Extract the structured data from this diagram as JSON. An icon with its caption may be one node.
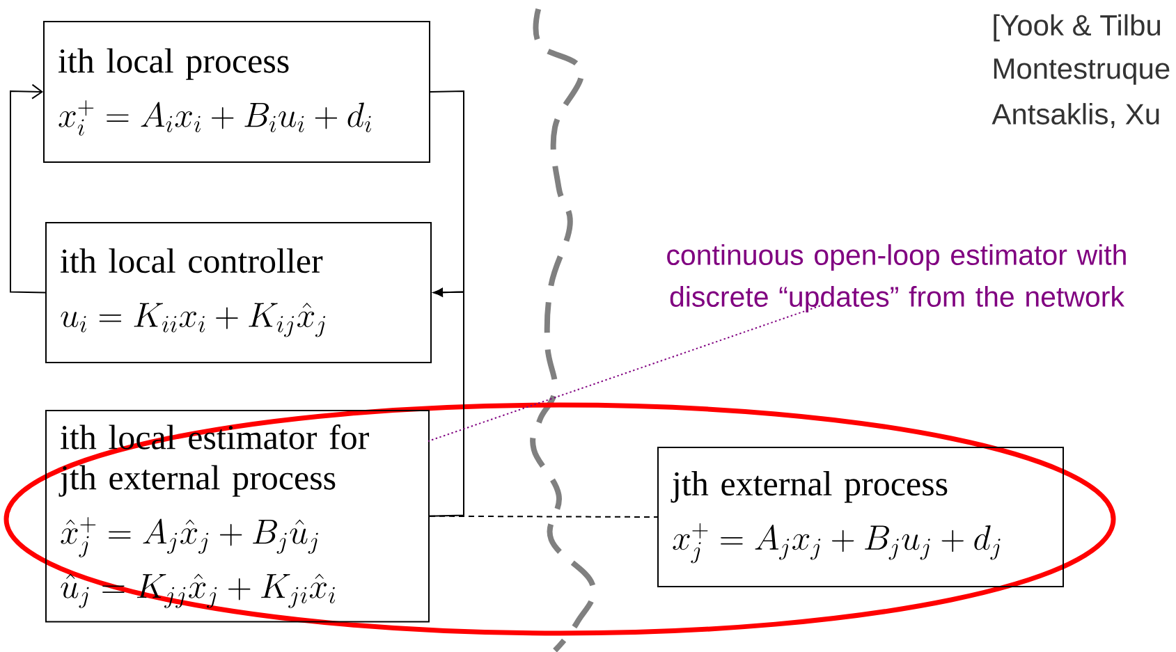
{
  "diagram": {
    "nodes": [
      {
        "text": [
          "ith local process",
          "x_i^+ = A_i x_i + B_i u_i + d_i"
        ]
      },
      {
        "text": [
          "ith local controller",
          "u_i = K_{ii} x_i + K_{ij} \\hat{x}_j"
        ]
      },
      {
        "text": [
          "ith local estimator for jth external process",
          "\\hat{x}_j^+ = A_j \\hat{x}_j + B_j \\hat{u}_j",
          "\\hat{u}_j = K_{jj} \\hat{x}_j + K_{ji} \\hat{x}_i"
        ]
      },
      {
        "text": [
          "jth external process",
          "x_j^+ = A_j x_j + B_j u_j + d_j"
        ]
      },
      {
        "text": [
          "continuous open-loop estimator with discrete “updates” from the network"
        ]
      }
    ],
    "edges": [
      {
        "from": 1,
        "to": 0,
        "arrow": "to"
      },
      {
        "from": 0,
        "to": 1,
        "arrow": "to"
      },
      {
        "from": 2,
        "to": 1,
        "arrow": "to"
      },
      {
        "from": 2,
        "to": 3,
        "arrow": "none",
        "style": "dashed"
      },
      {
        "from": 4,
        "to": 2,
        "arrow": "none",
        "style": "dashed",
        "color": "#800080"
      }
    ],
    "labels": [
      "[Yook & Tilbu",
      "Montestruque",
      "Antsaklis, Xu"
    ]
  }
}
